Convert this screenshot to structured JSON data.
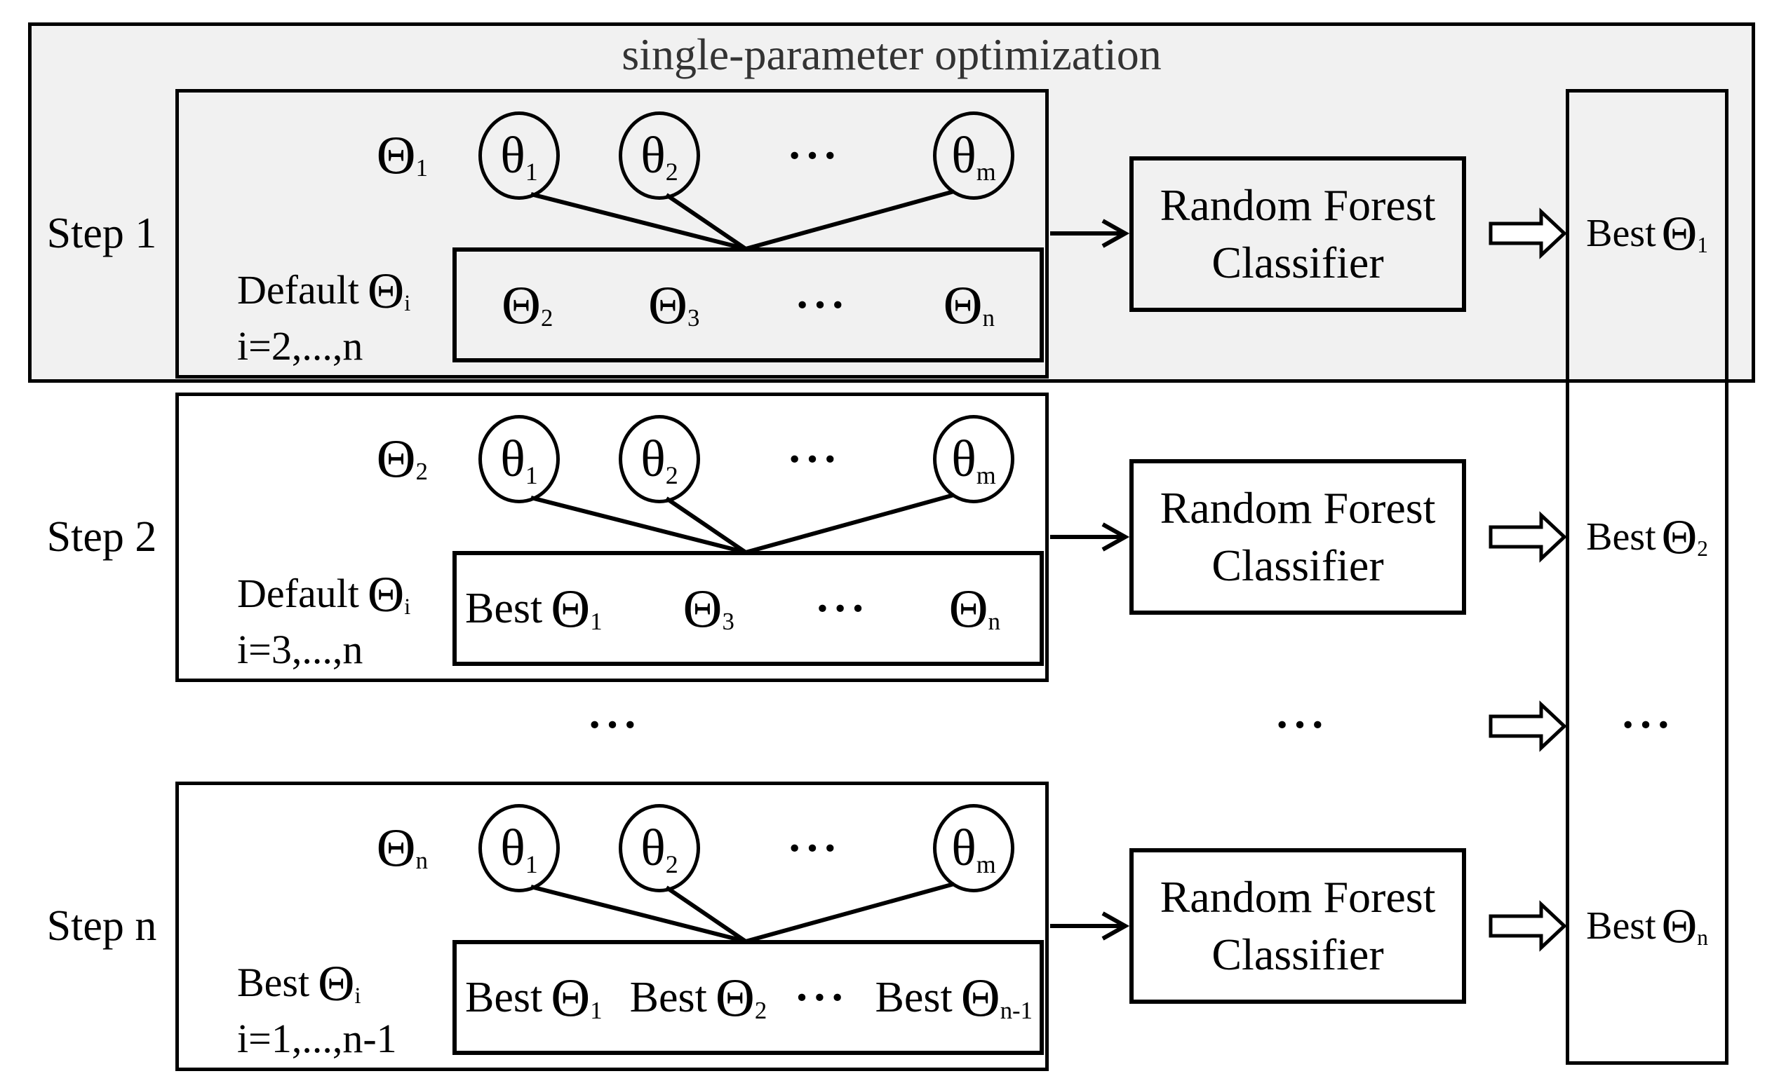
{
  "title": "single-parameter optimization",
  "classifier": {
    "line1": "Random Forest",
    "line2": "Classifier"
  },
  "colors": {
    "panel_fill": "#f1f1f1",
    "stroke": "#000000",
    "title_text": "#333333",
    "background": "#ffffff"
  },
  "steps": [
    {
      "label": "Step 1",
      "param": {
        "theta": "Θ",
        "sub": "1"
      },
      "circles": [
        {
          "theta": "θ",
          "sub": "1"
        },
        {
          "theta": "θ",
          "sub": "2"
        },
        {
          "dots": "···"
        },
        {
          "theta": "θ",
          "sub": "m"
        }
      ],
      "side": {
        "pre": "Default",
        "theta": "Θ",
        "sub": "i",
        "range": "i=2,...,n"
      },
      "pool": [
        {
          "pre": "",
          "theta": "Θ",
          "sub": "2"
        },
        {
          "pre": "",
          "theta": "Θ",
          "sub": "3"
        },
        {
          "dots": "···"
        },
        {
          "pre": "",
          "theta": "Θ",
          "sub": "n"
        }
      ],
      "result": {
        "pre": "Best",
        "theta": "Θ",
        "sub": "1"
      }
    },
    {
      "label": "Step 2",
      "param": {
        "theta": "Θ",
        "sub": "2"
      },
      "circles": [
        {
          "theta": "θ",
          "sub": "1"
        },
        {
          "theta": "θ",
          "sub": "2"
        },
        {
          "dots": "···"
        },
        {
          "theta": "θ",
          "sub": "m"
        }
      ],
      "side": {
        "pre": "Default",
        "theta": "Θ",
        "sub": "i",
        "range": "i=3,...,n"
      },
      "pool": [
        {
          "pre": "Best",
          "theta": "Θ",
          "sub": "1"
        },
        {
          "pre": "",
          "theta": "Θ",
          "sub": "3"
        },
        {
          "dots": "···"
        },
        {
          "pre": "",
          "theta": "Θ",
          "sub": "n"
        }
      ],
      "result": {
        "pre": "Best",
        "theta": "Θ",
        "sub": "2"
      }
    },
    {
      "label": "Step n",
      "param": {
        "theta": "Θ",
        "sub": "n"
      },
      "circles": [
        {
          "theta": "θ",
          "sub": "1"
        },
        {
          "theta": "θ",
          "sub": "2"
        },
        {
          "dots": "···"
        },
        {
          "theta": "θ",
          "sub": "m"
        }
      ],
      "side": {
        "pre": "Best",
        "theta": "Θ",
        "sub": "i",
        "range": "i=1,...,n-1"
      },
      "pool": [
        {
          "pre": "Best",
          "theta": "Θ",
          "sub": "1"
        },
        {
          "pre": "Best",
          "theta": "Θ",
          "sub": "2"
        },
        {
          "dots": "···"
        },
        {
          "pre": "Best",
          "theta": "Θ",
          "sub": "n-1"
        }
      ],
      "result": {
        "pre": "Best",
        "theta": "Θ",
        "sub": "n"
      }
    }
  ],
  "ellipsis_row": {
    "left": "···",
    "middle": "···",
    "right": "···"
  }
}
